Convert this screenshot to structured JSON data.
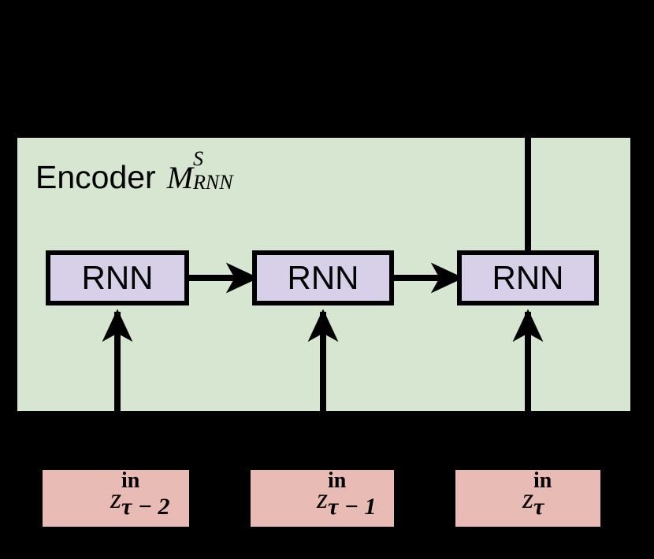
{
  "figure": {
    "background_color": "#000000",
    "panel": {
      "label_text": "Encoder",
      "model_symbol": "M",
      "model_superscript": "S",
      "model_subscript": "RNN",
      "fill_color": "#d7e6d0"
    },
    "cells": [
      {
        "label": "RNN",
        "fill_color": "#d8d0e8"
      },
      {
        "label": "RNN",
        "fill_color": "#d8d0e8"
      },
      {
        "label": "RNN",
        "fill_color": "#d8d0e8"
      }
    ],
    "inputs": [
      {
        "base": "z",
        "superscript": "in",
        "subscript": "τ − 2",
        "fill_color": "#e8bcb4"
      },
      {
        "base": "z",
        "superscript": "in",
        "subscript": "τ − 1",
        "fill_color": "#e8bcb4"
      },
      {
        "base": "z",
        "superscript": "in",
        "subscript": "τ",
        "fill_color": "#e8bcb4"
      }
    ],
    "connectors": {
      "horizontal_arrow_color": "#000000",
      "vertical_arrow_color": "#000000",
      "output_line_color": "#000000"
    }
  }
}
